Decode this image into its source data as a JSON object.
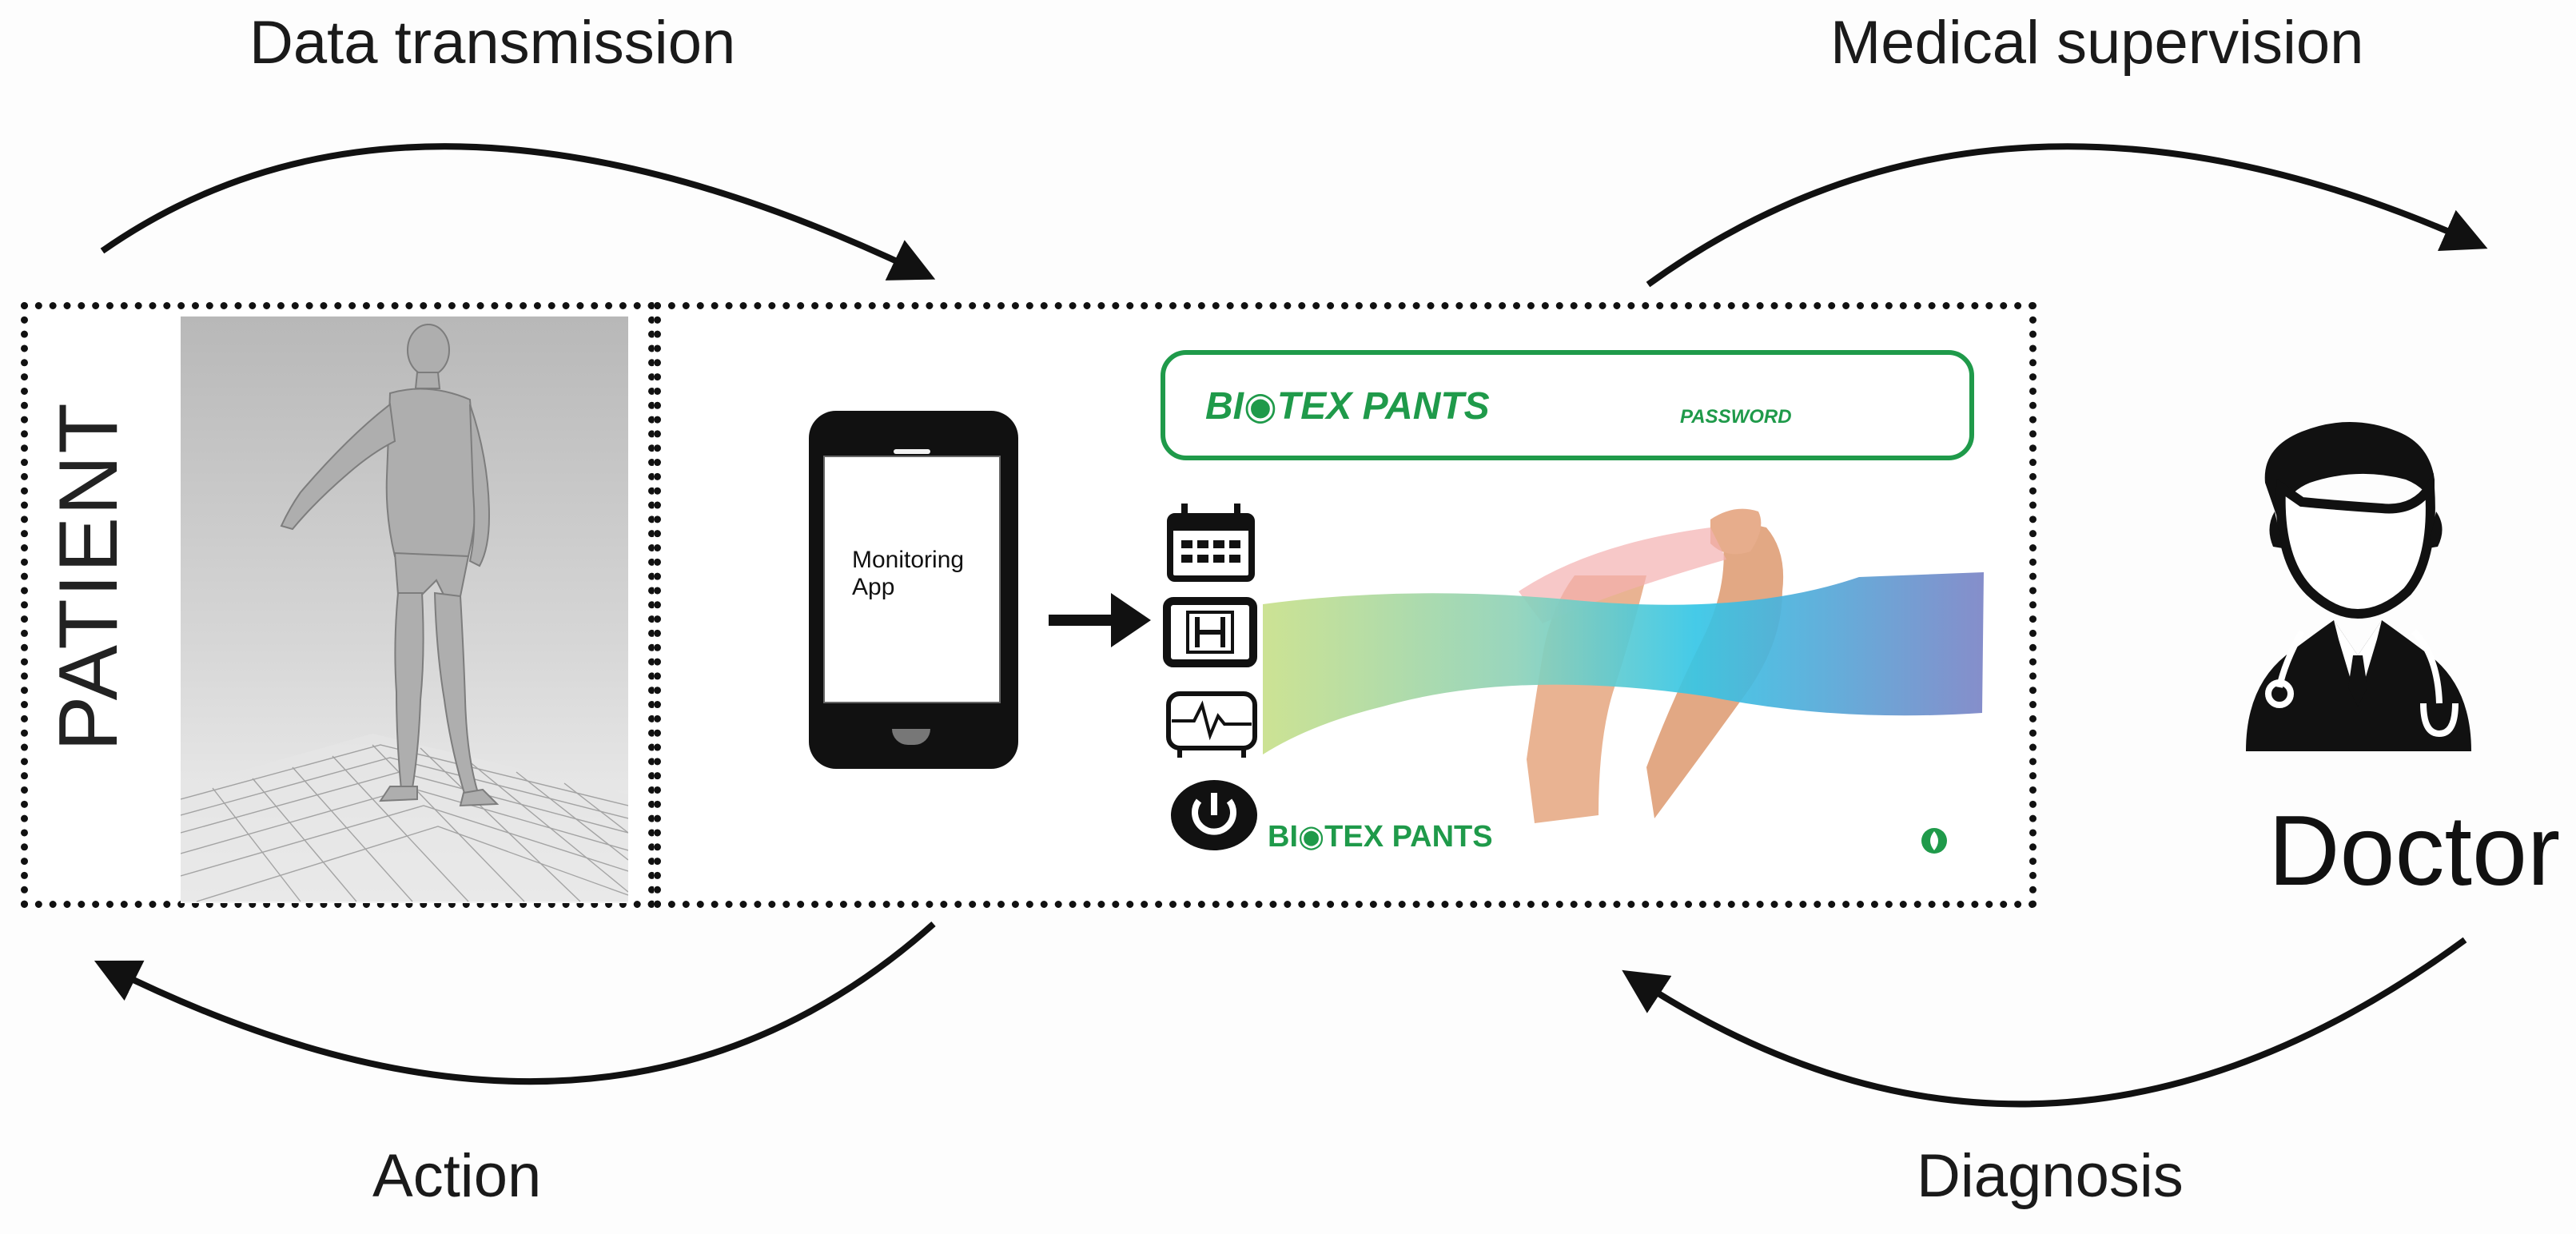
{
  "labels": {
    "data_transmission": "Data transmission",
    "medical_supervision": "Medical supervision",
    "action": "Action",
    "diagnosis": "Diagnosis",
    "patient": "PATIENT",
    "doctor": "Doctor"
  },
  "phone": {
    "app_text": "Monitoring App"
  },
  "app_screen": {
    "brand_top": "BI◉TEX PANTS",
    "password": "PASSWORD",
    "brand_bottom": "BI◉TEX PANTS",
    "menu_icons": [
      "calendar-icon",
      "hospital-icon",
      "ecg-icon",
      "power-icon"
    ]
  },
  "colors": {
    "brand_green": "#1f9a4a",
    "band_start": "#b8db7a",
    "band_mid": "#35c6e6",
    "band_end": "#7b84c6"
  }
}
